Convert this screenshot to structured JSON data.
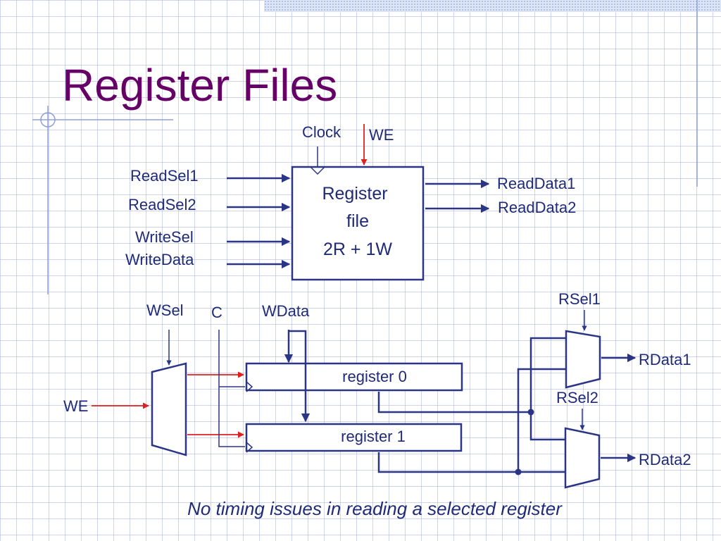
{
  "title": "Register Files",
  "block": {
    "inputs": [
      "ReadSel1",
      "ReadSel2",
      "WriteSel",
      "WriteData"
    ],
    "outputs": [
      "ReadData1",
      "ReadData2"
    ],
    "clock": "Clock",
    "we": "WE",
    "name_line1": "Register",
    "name_line2": "file",
    "ports": "2R + 1W"
  },
  "detail": {
    "wsel": "WSel",
    "c": "C",
    "wdata": "WData",
    "we": "WE",
    "registers": [
      "register 0",
      "register 1"
    ],
    "rsel1": "RSel1",
    "rsel2": "RSel2",
    "rdata1": "RData1",
    "rdata2": "RData2"
  },
  "note": "No timing issues in reading a selected register",
  "colors": {
    "title": "#660066",
    "wire": "#2b3585",
    "write_enable": "#e02020",
    "text": "#1f2a78"
  }
}
